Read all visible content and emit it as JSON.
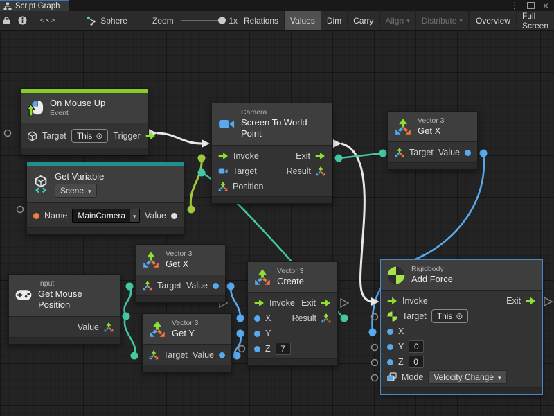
{
  "window": {
    "tab_title": "Script Graph"
  },
  "glyphs": {
    "menu": "⋮",
    "close": "×",
    "caret": "▾",
    "target": "⊙",
    "code": "<×>"
  },
  "toolbar": {
    "breadcrumb": "Sphere",
    "zoom_label": "Zoom",
    "zoom_value": "1x",
    "buttons": {
      "relations": "Relations",
      "values": "Values",
      "dim": "Dim",
      "carry": "Carry",
      "align": "Align",
      "distribute": "Distribute",
      "overview": "Overview",
      "fullscreen": "Full Screen"
    }
  },
  "nodes": {
    "on_mouse_up": {
      "title": "On Mouse Up",
      "subtitle": "Event",
      "target_label": "Target",
      "target_value": "This",
      "trigger_label": "Trigger"
    },
    "get_variable": {
      "title": "Get Variable",
      "scope_value": "Scene",
      "name_label": "Name",
      "name_value": "MainCamera",
      "value_label": "Value"
    },
    "screen_to_world": {
      "subtitle": "Camera",
      "title": "Screen To World Point",
      "invoke_label": "Invoke",
      "exit_label": "Exit",
      "target_label": "Target",
      "result_label": "Result",
      "position_label": "Position"
    },
    "get_x_top": {
      "subtitle": "Vector 3",
      "title": "Get X",
      "target_label": "Target",
      "value_label": "Value"
    },
    "get_x_mid": {
      "subtitle": "Vector 3",
      "title": "Get X",
      "target_label": "Target",
      "value_label": "Value"
    },
    "get_y": {
      "subtitle": "Vector 3",
      "title": "Get Y",
      "target_label": "Target",
      "value_label": "Value"
    },
    "get_mouse_position": {
      "subtitle": "Input",
      "title": "Get Mouse Position",
      "value_label": "Value"
    },
    "create_vector3": {
      "subtitle": "Vector 3",
      "title": "Create",
      "invoke_label": "Invoke",
      "exit_label": "Exit",
      "x_label": "X",
      "result_label": "Result",
      "y_label": "Y",
      "z_label": "Z",
      "z_value": "7"
    },
    "add_force": {
      "subtitle": "Rigidbody",
      "title": "Add Force",
      "invoke_label": "Invoke",
      "exit_label": "Exit",
      "target_label": "Target",
      "target_value": "This",
      "x_label": "X",
      "y_label": "Y",
      "y_value": "0",
      "z_label": "Z",
      "z_value": "0",
      "mode_label": "Mode",
      "mode_value": "Velocity Change"
    }
  },
  "colors": {
    "event_accent": "#84cf23",
    "variable_accent": "#1f8f8f",
    "exec_green": "#8ce22e",
    "wire_white": "#e8e8e8",
    "wire_green": "#9fc93c",
    "wire_teal": "#45c9a5",
    "wire_blue": "#58aaf0",
    "port_orange": "#ee8043",
    "selection_blue": "#4c86c9"
  }
}
